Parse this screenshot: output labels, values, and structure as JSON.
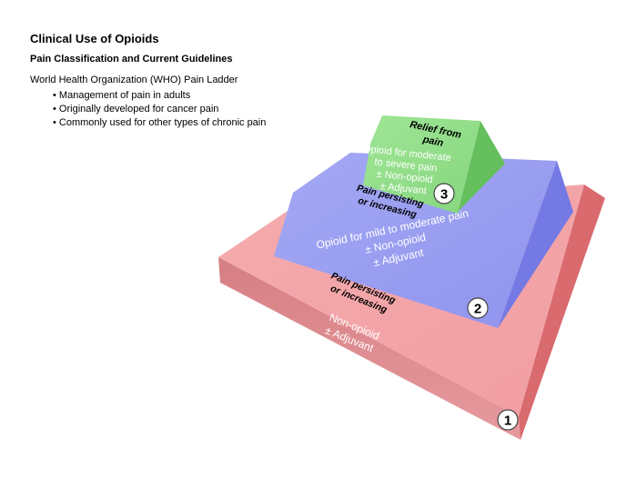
{
  "header": {
    "title": "Clinical Use of Opioids",
    "subtitle": "Pain Classification and Current Guidelines"
  },
  "intro": "World Health Organization (WHO) Pain Ladder",
  "bullets": [
    "Management of pain in adults",
    "Originally developed for cancer pain",
    "Commonly used for other types of chronic pain"
  ],
  "ladder": {
    "colors": {
      "step1": "#f2a1a4",
      "step2": "#9b9ff2",
      "step3": "#93e08a"
    },
    "step1": {
      "number": "1",
      "lines": [
        "Non-opioid",
        "± Adjuvant"
      ]
    },
    "transition1": [
      "Pain persisting",
      "or increasing"
    ],
    "step2": {
      "number": "2",
      "lines": [
        "Opioid for mild to moderate pain",
        "± Non-opioid",
        "± Adjuvant"
      ]
    },
    "transition2": [
      "Pain persisting",
      "or increasing"
    ],
    "step3": {
      "number": "3",
      "lines": [
        "Opioid for moderate",
        "to severe pain",
        "± Non-opioid",
        "± Adjuvant"
      ]
    },
    "top_label": [
      "Relief from",
      "pain"
    ]
  }
}
